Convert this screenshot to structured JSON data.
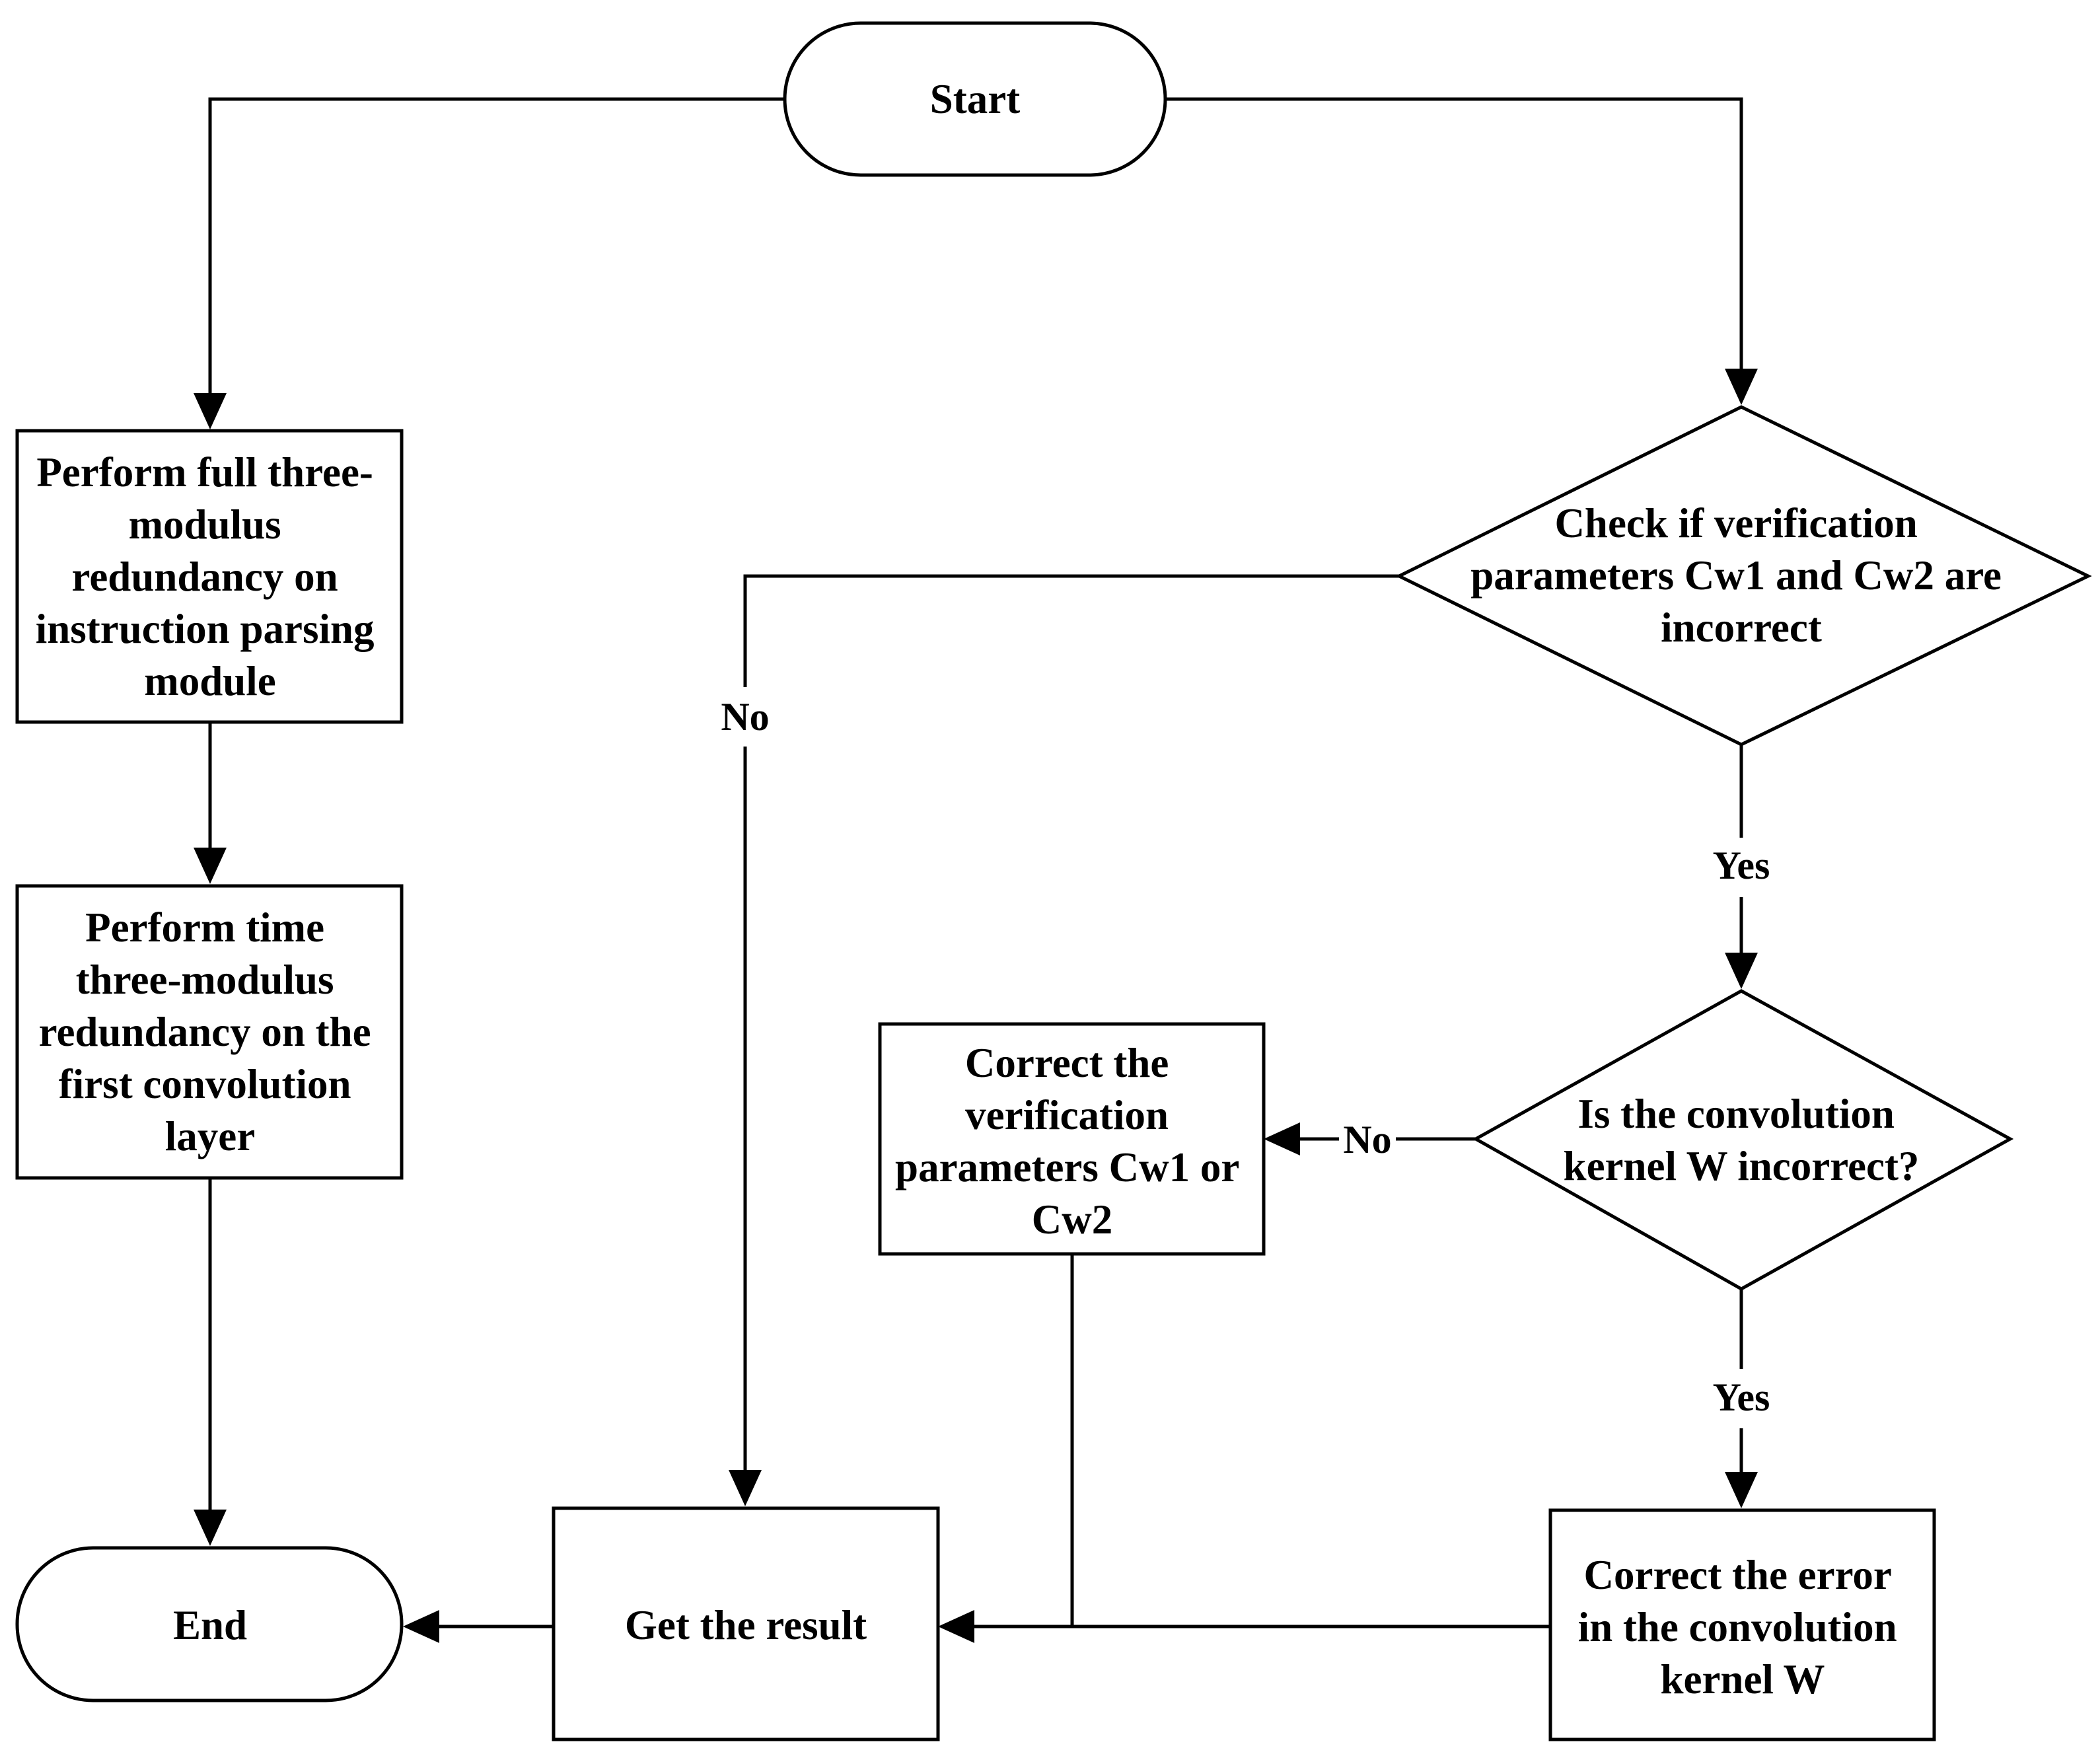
{
  "nodes": {
    "start": {
      "lines": [
        "Start"
      ]
    },
    "full_tmr": {
      "lines": [
        "Perform full three-",
        "modulus",
        "redundancy on",
        "instruction parsing",
        "module"
      ]
    },
    "time_tmr": {
      "lines": [
        "Perform time",
        "three-modulus",
        "redundancy on the",
        "first convolution",
        "layer"
      ]
    },
    "end": {
      "lines": [
        "End"
      ]
    },
    "check_params": {
      "lines": [
        "Check if verification",
        "parameters Cw1 and Cw2 are",
        "incorrect"
      ]
    },
    "check_kernel": {
      "lines": [
        "Is the convolution",
        "kernel W incorrect?"
      ]
    },
    "correct_params": {
      "lines": [
        "Correct the",
        "verification",
        "parameters Cw1 or",
        "Cw2"
      ]
    },
    "correct_kernel": {
      "lines": [
        "Correct the error",
        "in the convolution",
        "kernel W"
      ]
    },
    "get_result": {
      "lines": [
        "Get the result"
      ]
    }
  },
  "edge_labels": {
    "params_no": "No",
    "params_yes": "Yes",
    "kernel_no": "No",
    "kernel_yes": "Yes"
  }
}
